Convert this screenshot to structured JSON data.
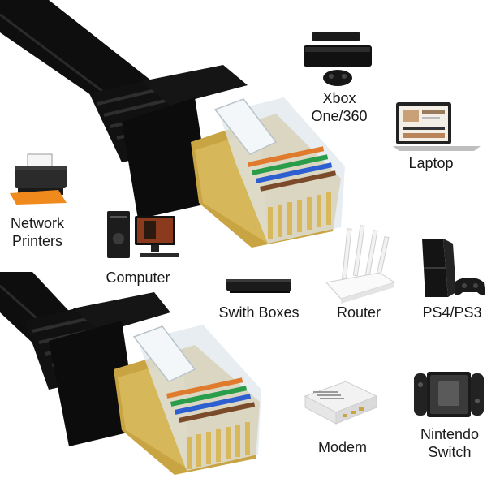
{
  "devices": [
    {
      "id": "xbox",
      "lines": [
        "Xbox",
        "One/360"
      ],
      "icon": "xbox-console-icon"
    },
    {
      "id": "laptop",
      "lines": [
        "Laptop"
      ],
      "icon": "laptop-icon"
    },
    {
      "id": "printer",
      "lines": [
        "Network",
        "Printers"
      ],
      "icon": "printer-icon"
    },
    {
      "id": "computer",
      "lines": [
        "Computer"
      ],
      "icon": "desktop-computer-icon"
    },
    {
      "id": "switch-box",
      "lines": [
        "Swith Boxes"
      ],
      "icon": "switch-box-icon"
    },
    {
      "id": "router",
      "lines": [
        "Router"
      ],
      "icon": "router-icon"
    },
    {
      "id": "ps4",
      "lines": [
        "PS4/PS3"
      ],
      "icon": "playstation-console-icon"
    },
    {
      "id": "modem",
      "lines": [
        "Modem"
      ],
      "icon": "modem-icon"
    },
    {
      "id": "nintendo",
      "lines": [
        "Nintendo",
        "Switch"
      ],
      "icon": "nintendo-switch-icon"
    }
  ],
  "cable": {
    "icon": "flat-ethernet-cable-icon",
    "connector": "rj45-connector-icon",
    "colors": {
      "cable": "#0d0d0d",
      "shield": "#c9a443",
      "gold": "#d8b85a"
    }
  }
}
